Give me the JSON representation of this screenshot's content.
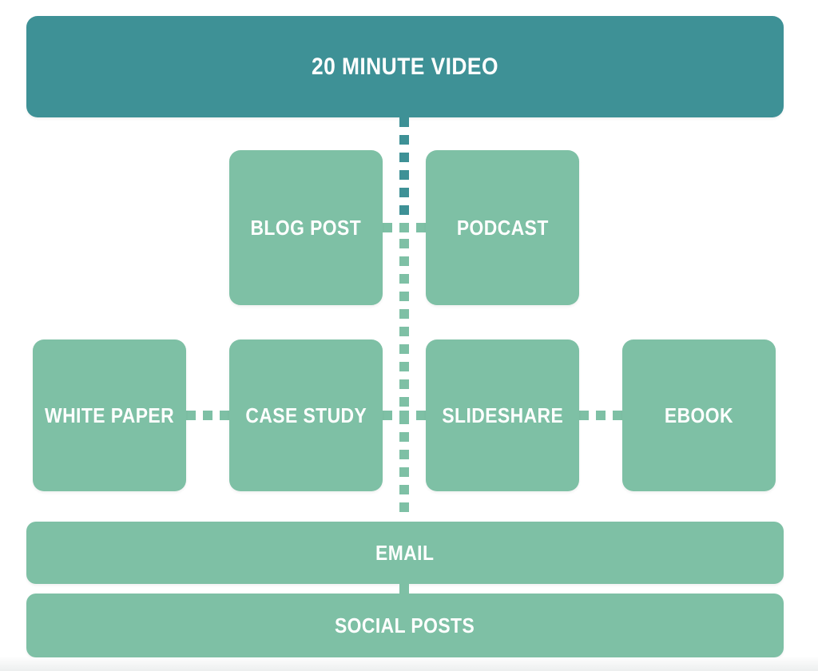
{
  "palette": {
    "teal": "#3e9196",
    "green": "#7ec0a5",
    "label": "#ffffff",
    "page_background": "#ffffff",
    "footer_gray": "#edefef"
  },
  "diagram": {
    "root": {
      "label": "20 MINUTE VIDEO"
    },
    "row_derivatives": [
      {
        "label": "BLOG POST"
      },
      {
        "label": "PODCAST"
      }
    ],
    "row_assets": [
      {
        "label": "WHITE PAPER"
      },
      {
        "label": "CASE STUDY"
      },
      {
        "label": "SLIDESHARE"
      },
      {
        "label": "EBOOK"
      }
    ],
    "row_distribution": [
      {
        "label": "EMAIL"
      },
      {
        "label": "SOCIAL POSTS"
      }
    ]
  }
}
